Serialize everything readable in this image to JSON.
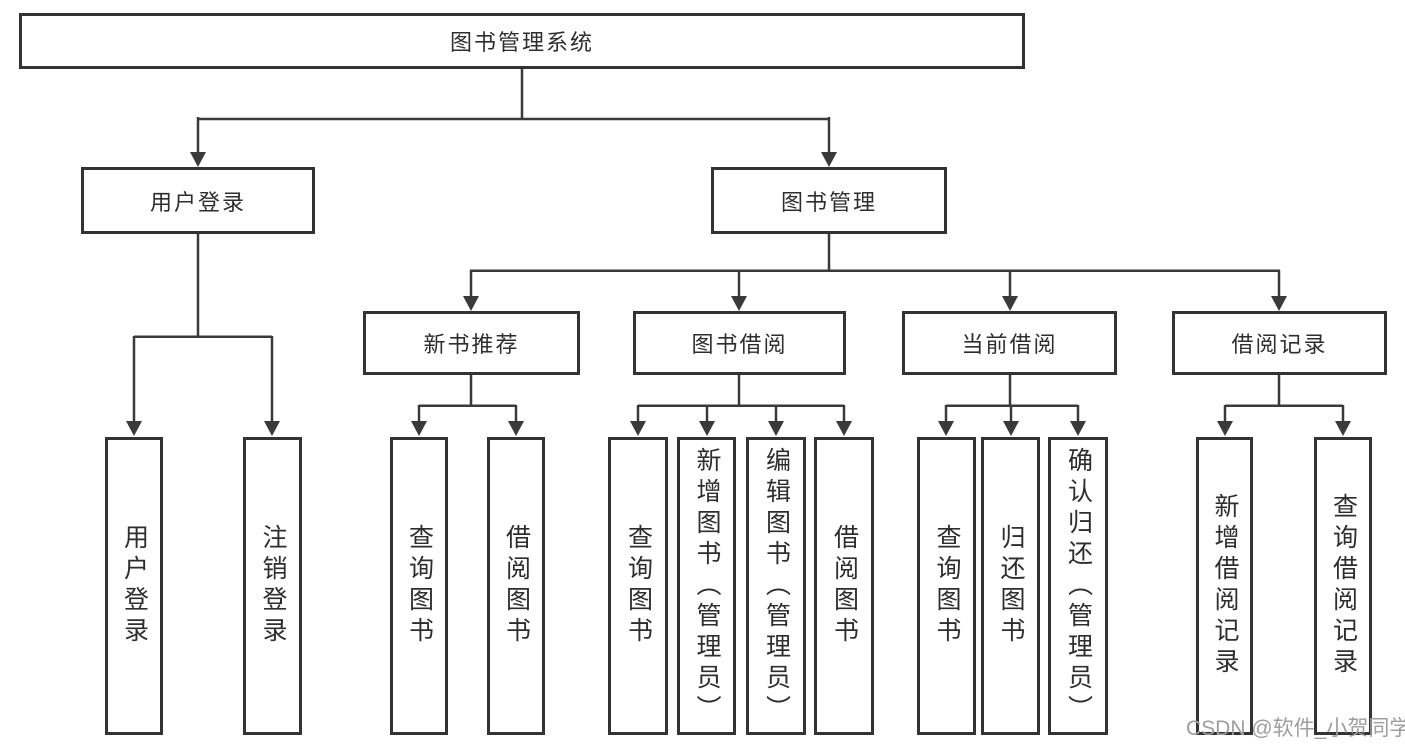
{
  "diagram": {
    "root": {
      "label": "图书管理系统"
    },
    "branches": [
      {
        "label": "用户登录",
        "children": [
          {
            "label": "用户登录"
          },
          {
            "label": "注销登录"
          }
        ]
      },
      {
        "label": "图书管理",
        "sections": [
          {
            "label": "新书推荐",
            "children": [
              {
                "label": "查询图书"
              },
              {
                "label": "借阅图书"
              }
            ]
          },
          {
            "label": "图书借阅",
            "children": [
              {
                "label": "查询图书"
              },
              {
                "label": "新增图书（管理员）"
              },
              {
                "label": "编辑图书（管理员）"
              },
              {
                "label": "借阅图书"
              }
            ]
          },
          {
            "label": "当前借阅",
            "children": [
              {
                "label": "查询图书"
              },
              {
                "label": "归还图书"
              },
              {
                "label": "确认归还（管理员）"
              }
            ]
          },
          {
            "label": "借阅记录",
            "children": [
              {
                "label": "新增借阅记录"
              },
              {
                "label": "查询借阅记录"
              }
            ]
          }
        ]
      }
    ]
  },
  "watermark": {
    "text": "CSDN @软件_小贺同学"
  },
  "colors": {
    "line": "#3a3a3a",
    "box_border": "#333333",
    "text": "#2e2e2e",
    "watermark": "#9e9e9e",
    "background": "#ffffff"
  }
}
